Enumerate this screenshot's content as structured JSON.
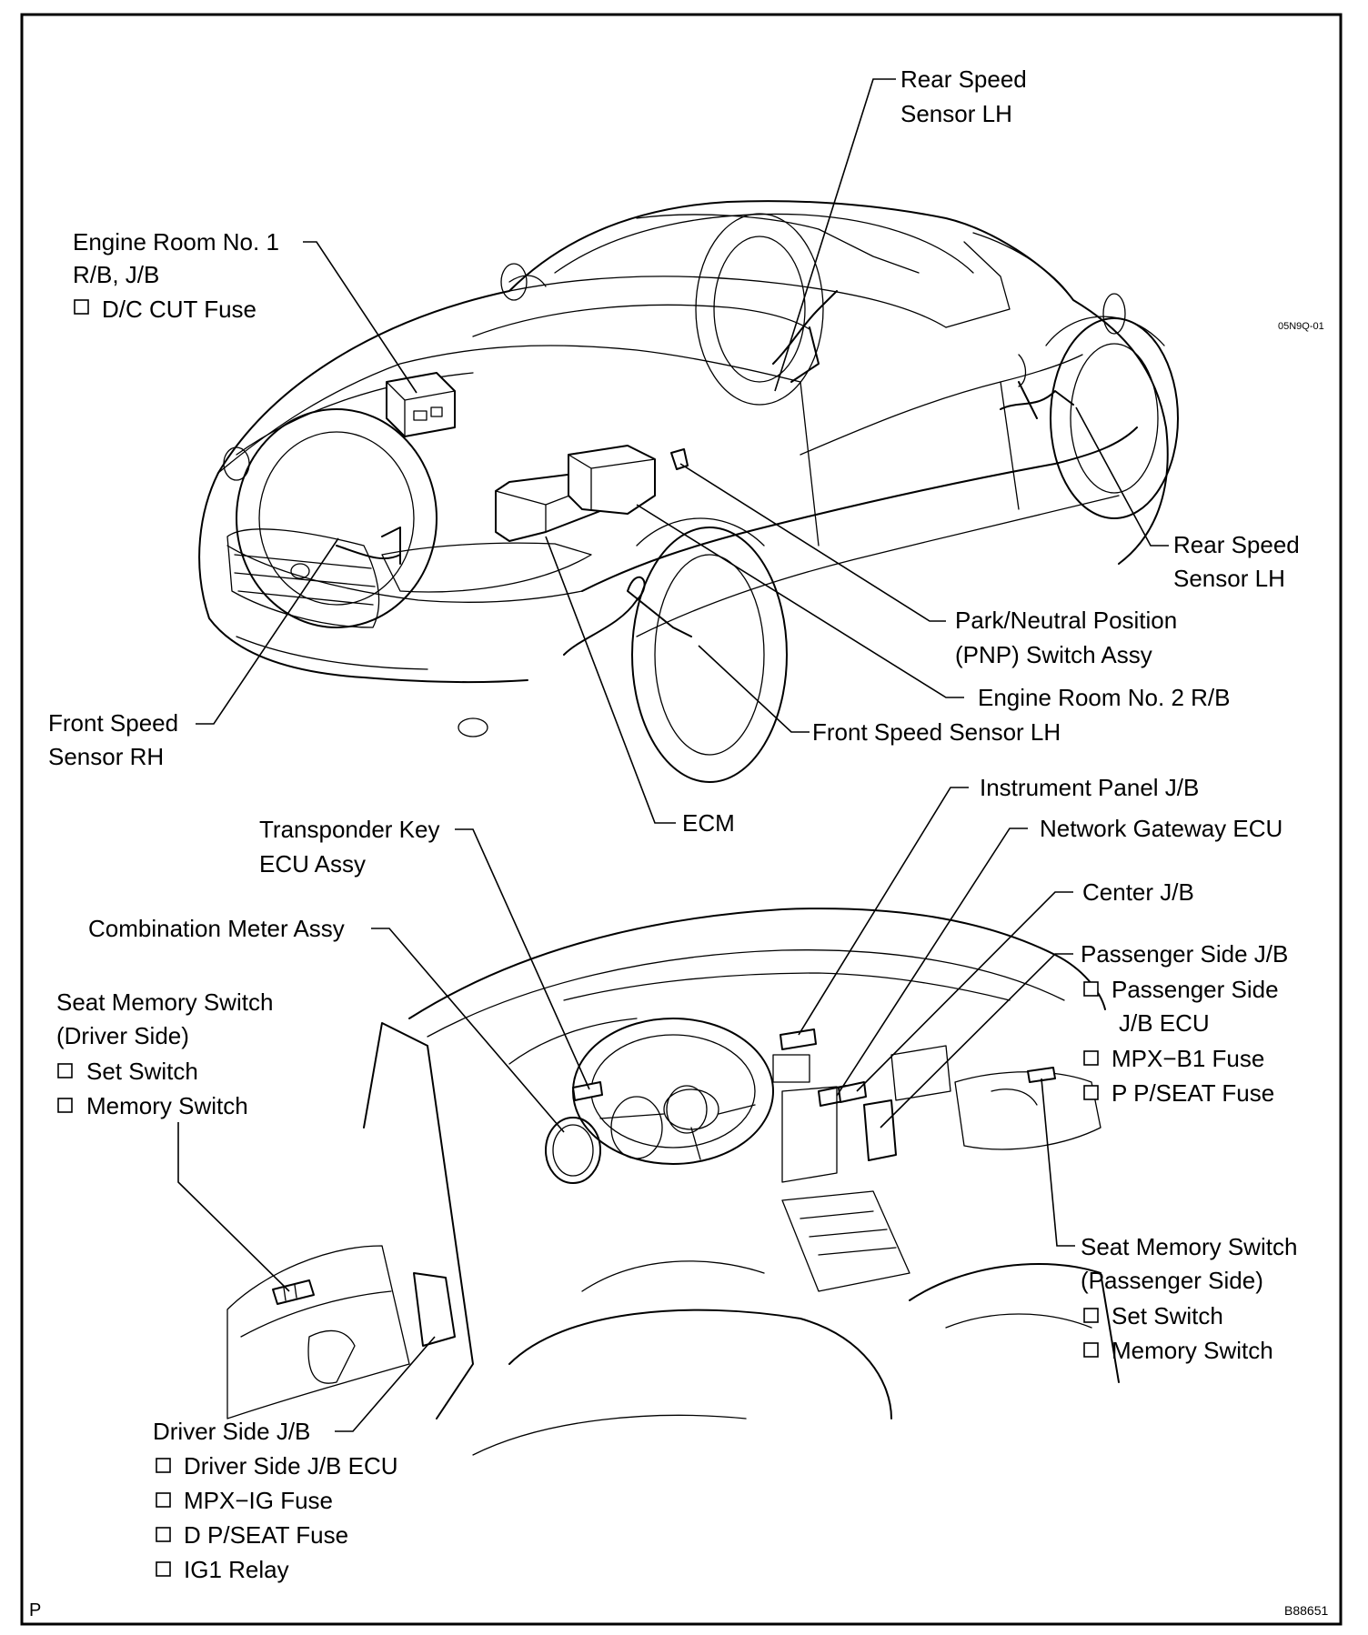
{
  "figure_code_top": "05N9Q-01",
  "figure_code_bottom": "B88651",
  "page_letter": "P",
  "labels": {
    "rear_speed_sensor_lh_top": [
      "Rear Speed",
      "Sensor LH"
    ],
    "engine_room_no1": [
      "Engine Room No. 1",
      "R/B, J/B"
    ],
    "dc_cut_fuse": "D/C CUT Fuse",
    "rear_speed_sensor_lh_side": [
      "Rear Speed",
      "Sensor LH"
    ],
    "pnp_switch": [
      "Park/Neutral Position",
      "(PNP) Switch Assy"
    ],
    "engine_room_no2": "Engine Room No. 2 R/B",
    "front_speed_sensor_rh": [
      "Front Speed",
      "Sensor RH"
    ],
    "front_speed_sensor_lh": "Front Speed Sensor LH",
    "ecm": "ECM",
    "instrument_panel_jb": "Instrument Panel J/B",
    "network_gateway_ecu": "Network Gateway ECU",
    "transponder_key_ecu": [
      "Transponder Key",
      "ECU Assy"
    ],
    "center_jb": "Center J/B",
    "combination_meter": "Combination Meter Assy",
    "passenger_side_jb": "Passenger Side J/B",
    "passenger_side_jb_items": [
      "Passenger Side",
      "J/B ECU",
      "MPX−B1 Fuse",
      "P P/SEAT Fuse"
    ],
    "seat_memory_driver": [
      "Seat Memory Switch",
      "(Driver Side)"
    ],
    "seat_memory_driver_items": [
      "Set Switch",
      "Memory Switch"
    ],
    "seat_memory_passenger": [
      "Seat Memory Switch",
      "(Passenger Side)"
    ],
    "seat_memory_passenger_items": [
      "Set Switch",
      "Memory Switch"
    ],
    "driver_side_jb": "Driver Side J/B",
    "driver_side_jb_items": [
      "Driver Side J/B ECU",
      "MPX−IG Fuse",
      "D P/SEAT Fuse",
      "IG1 Relay"
    ]
  }
}
